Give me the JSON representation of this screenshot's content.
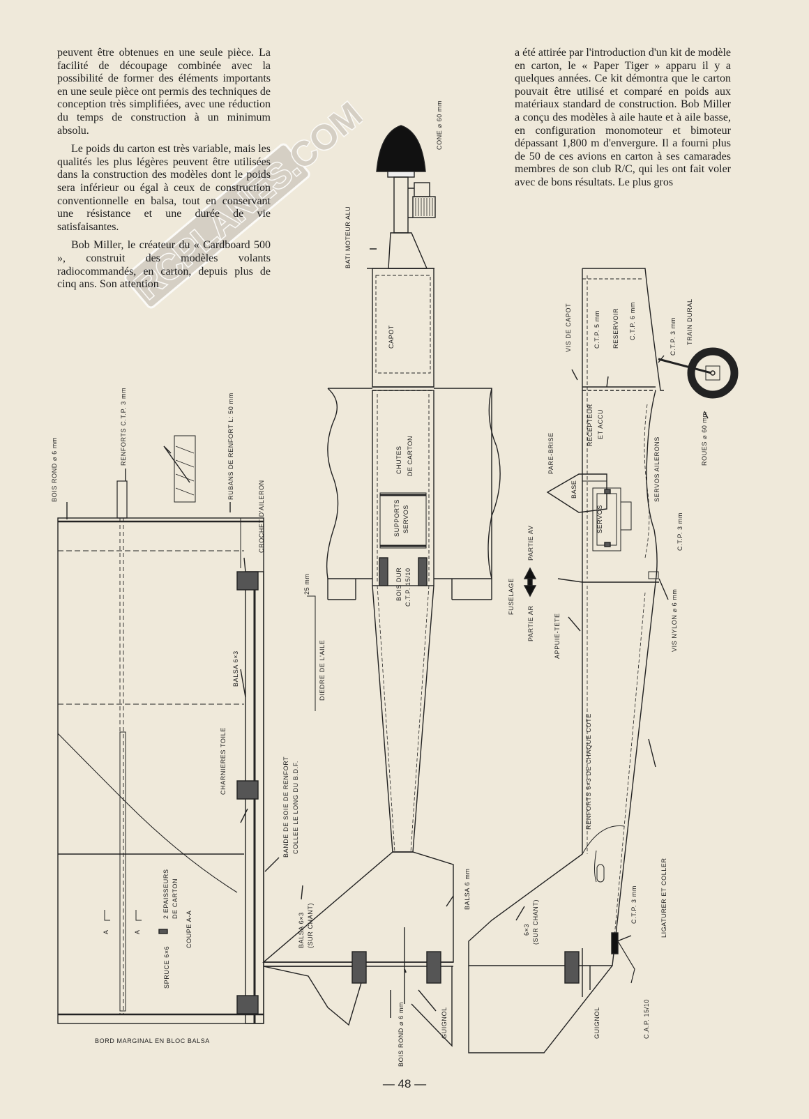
{
  "text": {
    "left_col": [
      "peuvent être obtenues en une seule pièce. La facilité de découpage combinée avec la possibilité de former des éléments importants en une seule pièce ont permis des techniques de conception très simplifiées, avec une réduction du temps de construction à un minimum absolu.",
      "Le poids du carton est très variable, mais les qualités les plus légères peuvent être utilisées dans la construction des modèles dont le poids sera inférieur ou égal à ceux de construction conventionnelle en balsa, tout en conservant une résistance et une durée de vie satisfaisantes.",
      "Bob Miller, le créateur du « Cardboard 500 », construit des modèles volants radiocommandés, en carton, depuis plus de cinq ans. Son attention"
    ],
    "right_col": "a été attirée par l'introduction d'un kit de modèle en carton, le « Paper Tiger » apparu il y a quelques années. Ce kit démontra que le carton pouvait être utilisé et comparé en poids aux matériaux standard de construction. Bob Miller a conçu des modèles à aile haute et à aile basse, en configuration monomoteur et bimoteur dépassant 1,800 m d'envergure. Il a fourni plus de 50 de ces avions en carton à ses camarades membres de son club R/C, qui les ont fait voler avec de bons résultats. Le plus gros"
  },
  "labels": {
    "cone": "CONE ⌀ 60 mm",
    "bati_moteur": "BATI MOTEUR ALU",
    "capot": "CAPOT",
    "chutes": "CHUTES",
    "de_carton": "DE CARTON",
    "supports": "SUPPORTS",
    "servos": "SERVOS",
    "bois_dur": "BOIS DUR",
    "ctp_1510": "C.T.P. 15/10",
    "fuselage": "FUSELAGE",
    "partie_av": "PARTIE AV",
    "partie_ar": "PARTIE AR",
    "vis_capot": "VIS DE CAPOT",
    "ctp_5": "C.T.P. 5 mm",
    "reservoir": "RESERVOIR",
    "ctp_6": "C.T.P. 6 mm",
    "ctp_3": "C.T.P. 3 mm",
    "train_dural": "TRAIN DURAL",
    "roues": "ROUES ⌀ 60 mm",
    "recepteur": "RECEPTEUR",
    "et_accu": "ET ACCU",
    "pare_brise": "PARE-BRISE",
    "base": "BASE",
    "servos2": "SERVOS",
    "servos_ailerons": "SERVOS AILERONS",
    "ctp_3b": "C.T.P. 3 mm",
    "vis_nylon": "VIS NYLON ⌀ 6 mm",
    "appuie_tete": "APPUIE-TETE",
    "bois_rond_top": "BOIS ROND ⌀ 6 mm",
    "renforts_ctp": "RENFORTS C.T.P. 3 mm",
    "rubans": "RUBANS DE RENFORT L: 50 mm",
    "crochet": "CROCHET D'AILERON",
    "mm25": "25 mm",
    "diedre": "DIEDRE DE L'AILE",
    "balsa63": "BALSA 6×3",
    "charnieres": "CHARNIERES TOILE",
    "bande1": "BANDE DE SOIE DE RENFORT",
    "bande2": "COLLEE LE LONG DU B.D.F.",
    "epaisseurs1": "2 EPAISSEURS",
    "epaisseurs2": "DE CARTON",
    "coupe": "COUPE A-A",
    "spruce": "SPRUCE 6×6",
    "a": "A",
    "balsa63_chant": "BALSA 6×3",
    "sur_chant": "(SUR CHANT)",
    "bois_rond_bottom": "BOIS ROND ⌀ 6 mm",
    "guignol": "GUIGNOL",
    "balsa6": "BALSA 6 mm",
    "x63": "6×3",
    "sur_chant2": "(SUR CHANT)",
    "renforts_63": "RENFORTS 6×3 DE CHAQUE COTE",
    "ctp_3c": "C.T.P. 3 mm",
    "ligaturer": "LIGATURER ET COLLER",
    "cap": "C.A.P. 15/10",
    "guignol2": "GUIGNOL",
    "bord_marginal": "BORD MARGINAL EN BLOC BALSA"
  },
  "page_number": "— 48 —",
  "watermark": "RCPLANES.COM"
}
